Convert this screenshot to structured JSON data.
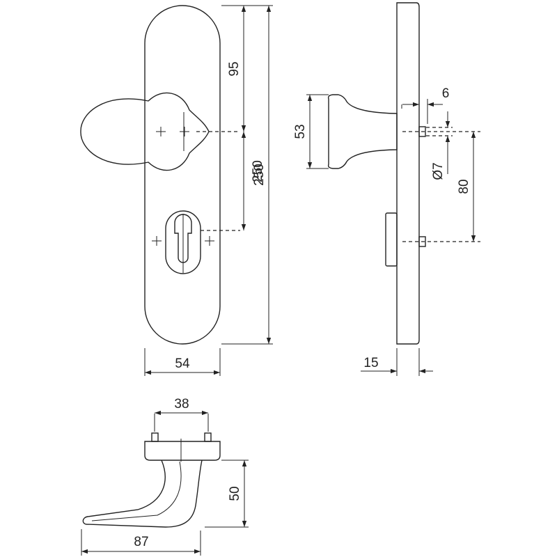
{
  "dimensions": {
    "plate_width": "54",
    "plate_height": "250",
    "knob_offset": "95",
    "knob_to_cylinder": "250",
    "knob_diameter": "53",
    "screw_offset": "6",
    "pin_diameter": "Ø7",
    "pin_spacing": "80",
    "plate_thickness": "15",
    "handle_rose_width": "38",
    "handle_height": "50",
    "handle_length": "87"
  }
}
